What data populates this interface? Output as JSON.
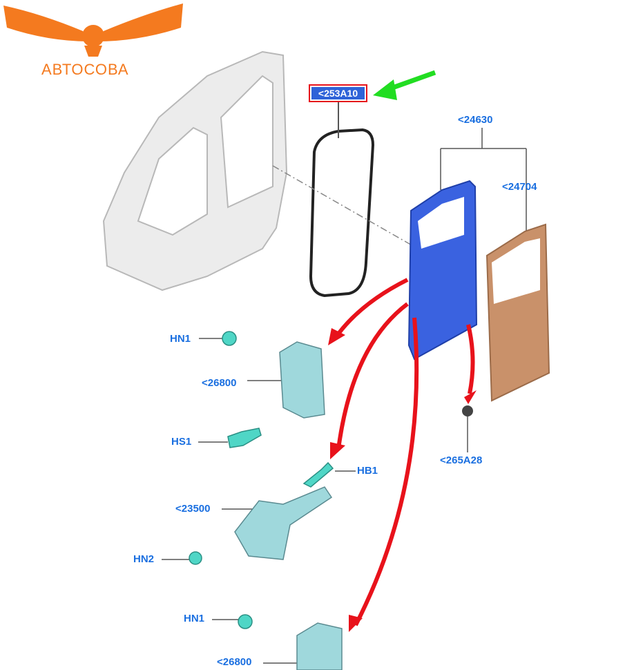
{
  "logo": {
    "text": "АВТОСОВА",
    "color": "#f47a1f"
  },
  "callouts": {
    "highlighted": "<253A10",
    "door_assembly": "<24630",
    "door_panel": "<24704",
    "hn1_top": "HN1",
    "hinge_top": "<26800",
    "hs1": "HS1",
    "hb1": "HB1",
    "check_arm": "<23500",
    "hn2": "HN2",
    "plug": "<265A28",
    "hn1_bottom": "HN1",
    "hinge_bottom": "<26800"
  },
  "colors": {
    "label": "#1a6fe0",
    "highlight_border": "#e8121b",
    "red_arrow": "#e8121b",
    "green_arrow": "#22dd22",
    "door_inner": "#3a62e0",
    "door_outer": "#c9916a",
    "fastener": "#4fd6c6"
  }
}
